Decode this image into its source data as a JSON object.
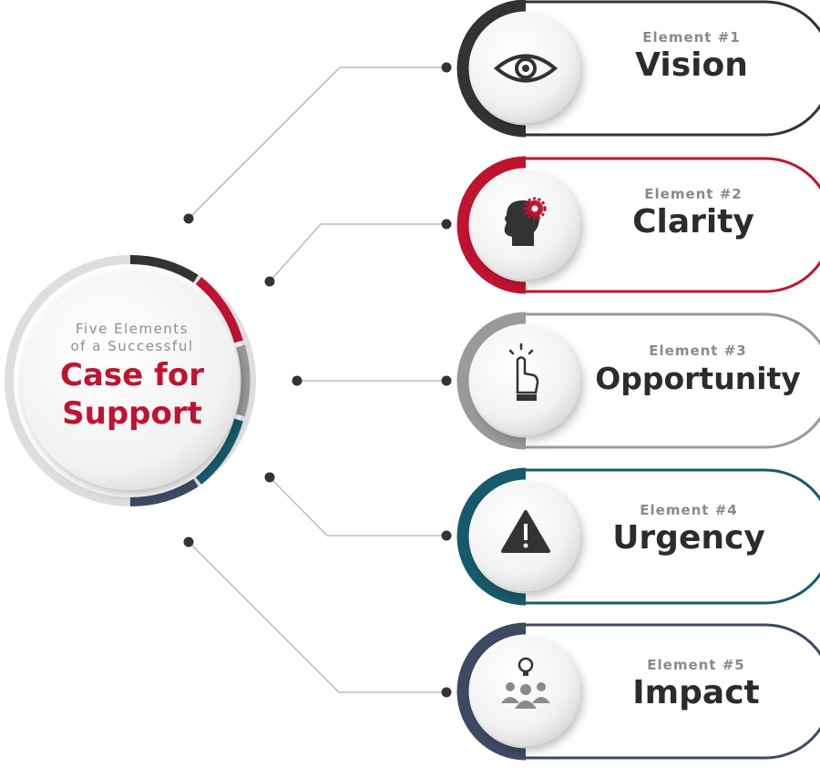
{
  "hub": {
    "line1": "Five Elements",
    "line2": "of a Successful",
    "title_line1": "Case for",
    "title_line2": "Support"
  },
  "elements": [
    {
      "label": "Element #1",
      "title": "Vision",
      "color": "#333333",
      "icon": "eye-icon"
    },
    {
      "label": "Element #2",
      "title": "Clarity",
      "color": "#c0132f",
      "icon": "head-gear-icon"
    },
    {
      "label": "Element #3",
      "title": "Opportunity",
      "color": "#9a9a9a",
      "icon": "pointing-hand-icon"
    },
    {
      "label": "Element #4",
      "title": "Urgency",
      "color": "#175a6b",
      "icon": "warning-icon"
    },
    {
      "label": "Element #5",
      "title": "Impact",
      "color": "#3d4a62",
      "icon": "team-idea-icon"
    }
  ]
}
